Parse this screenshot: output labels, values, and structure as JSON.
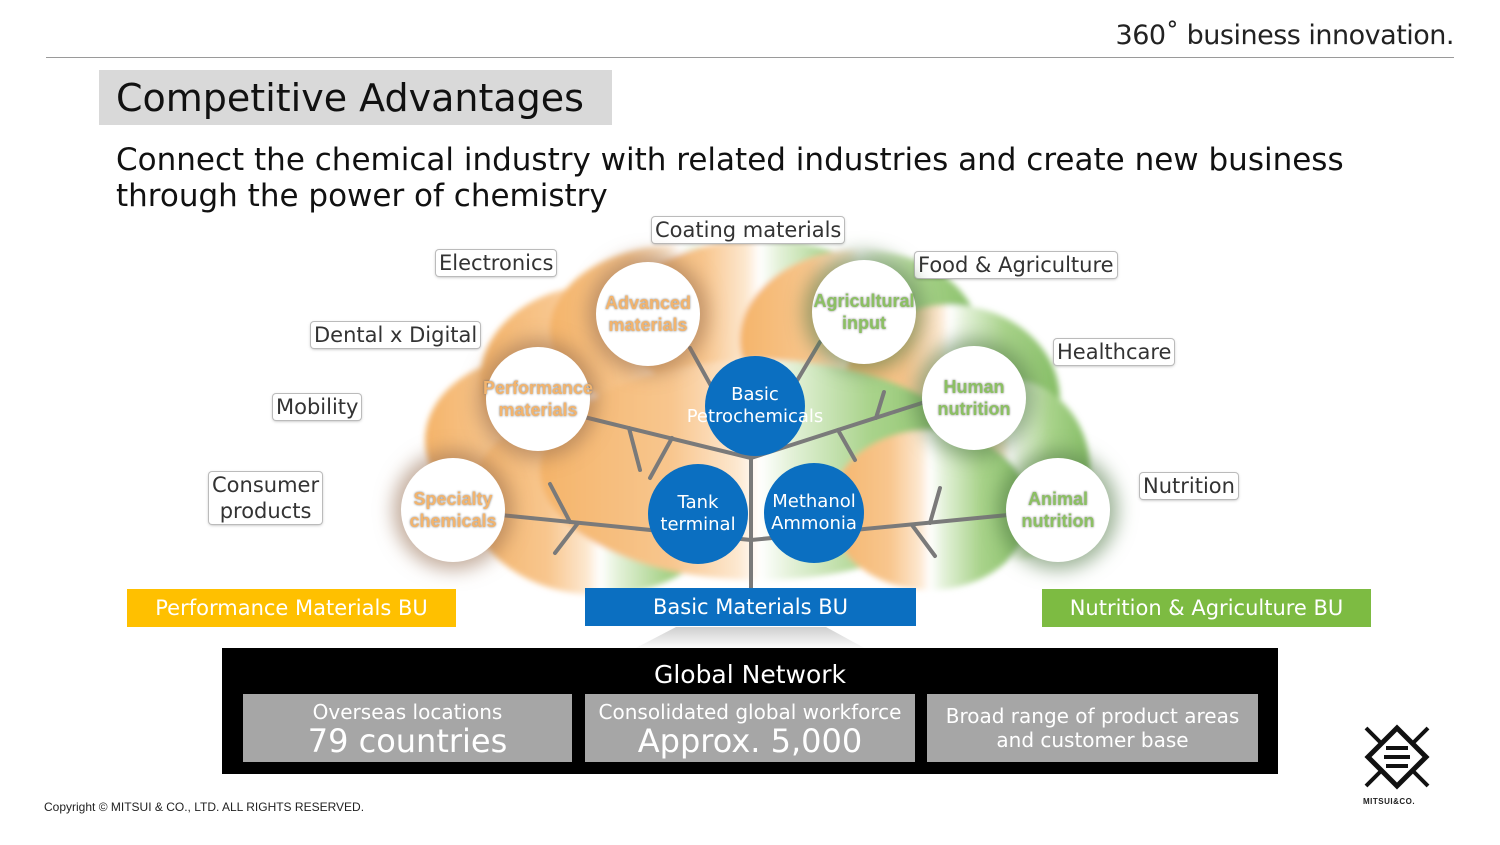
{
  "header": {
    "tagline": "360˚ business innovation.",
    "title": "Competitive Advantages",
    "subtitle": "Connect the chemical industry with related industries and create new business through the power of chemistry"
  },
  "industries": {
    "coating": "Coating materials",
    "electronics": "Electronics",
    "food_agri": "Food & Agriculture",
    "dental": "Dental x Digital",
    "healthcare": "Healthcare",
    "mobility": "Mobility",
    "consumer_l1": "Consumer",
    "consumer_l2": "products",
    "nutrition": "Nutrition"
  },
  "nodes": {
    "advanced_l1": "Advanced",
    "advanced_l2": "materials",
    "performance_l1": "Performance",
    "performance_l2": "materials",
    "specialty_l1": "Specialty",
    "specialty_l2": "chemicals",
    "agricultural_l1": "Agricultural",
    "agricultural_l2": "input",
    "human_l1": "Human",
    "human_l2": "nutrition",
    "animal_l1": "Animal",
    "animal_l2": "nutrition",
    "basic_l1": "Basic",
    "basic_l2": "Petrochemicals",
    "tank_l1": "Tank",
    "tank_l2": "terminal",
    "methanol_l1": "Methanol",
    "methanol_l2": "Ammonia"
  },
  "business_units": {
    "performance": "Performance Materials BU",
    "basic": "Basic Materials BU",
    "nutrition": "Nutrition & Agriculture BU"
  },
  "global_network": {
    "title": "Global Network",
    "cards": [
      {
        "label": "Overseas locations",
        "value": "79 countries"
      },
      {
        "label": "Consolidated global workforce",
        "value": "Approx. 5,000"
      },
      {
        "line1": "Broad range of product areas",
        "line2": "and customer base"
      }
    ]
  },
  "footer": {
    "copyright": "Copyright © MITSUI & CO., LTD. ALL RIGHTS RESERVED.",
    "logo_text": "MITSUI&CO."
  },
  "colors": {
    "performance_bu": "#ffc000",
    "basic_bu": "#0b6fc1",
    "nutrition_bu": "#7dbb42",
    "orange_text": "#f2b46e",
    "green_text": "#8cc063"
  }
}
